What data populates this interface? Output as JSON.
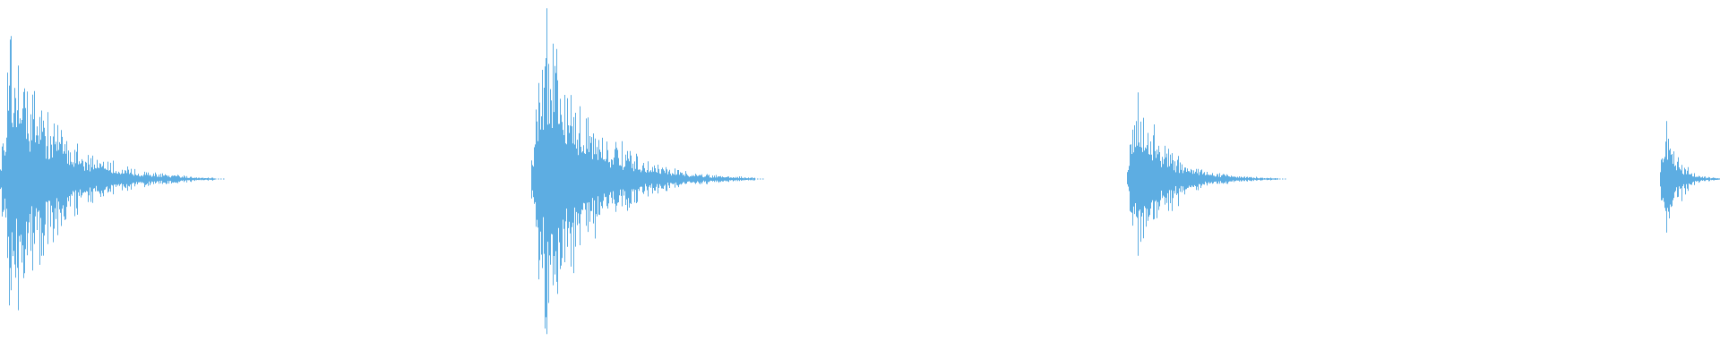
{
  "waveform": {
    "color": "#5dade2",
    "bursts": [
      {
        "onset": 0.0,
        "peak_amplitude": 0.87,
        "decay_length": 0.125
      },
      {
        "onset": 0.309,
        "peak_amplitude": 0.94,
        "decay_length": 0.13
      },
      {
        "onset": 0.655,
        "peak_amplitude": 0.5,
        "decay_length": 0.088
      },
      {
        "onset": 0.965,
        "peak_amplitude": 0.44,
        "decay_length": 0.035
      }
    ]
  }
}
